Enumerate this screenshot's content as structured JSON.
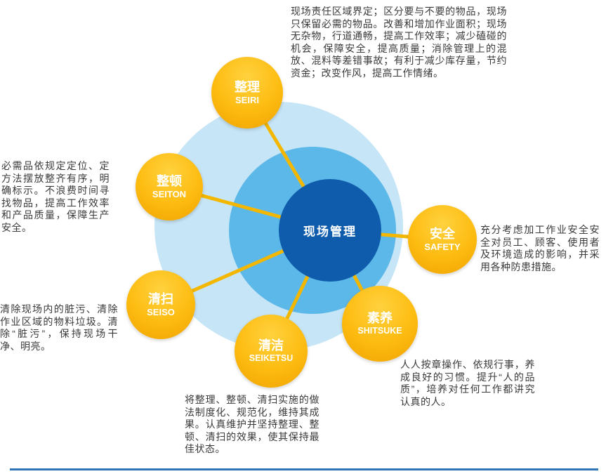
{
  "center": {
    "label": "现场管理"
  },
  "nodes": [
    {
      "zh": "整理",
      "en": "SEIRI"
    },
    {
      "zh": "整顿",
      "en": "SEITON"
    },
    {
      "zh": "清扫",
      "en": "SEISO"
    },
    {
      "zh": "清洁",
      "en": "SEIKETSU"
    },
    {
      "zh": "素养",
      "en": "SHITSUKE"
    },
    {
      "zh": "安全",
      "en": "SAFETY"
    }
  ],
  "annotations": {
    "seiri": "现场责任区域界定；区分要与不要的物品，现场只保留必需的物品。改善和增加作业面积；现场无杂物，行道通畅，提高工作效率；减少磕碰的机会，保障安全，提高质量；消除管理上的混放、混料等差错事故；有利于减少库存量，节约资金；改变作风，提高工作情绪。",
    "seiton": "必需品依规定定位、定方法摆放整齐有序，明确标示。不浪费时间寻找物品，提高工作效率和产品质量，保障生产安全。",
    "seiso": "清除现场内的脏污、清除作业区域的物料垃圾。清除“脏污”，保持现场干净、明亮。",
    "seiketsu": "将整理、整顿、清扫实施的做法制度化、规范化，维持其成果。认真维护并坚持整理、整顿、清扫的效果，使其保持最佳状态。",
    "shitsuke": "人人按章操作、依规行事，养成良好的习惯。提升“人的品质”，培养对任何工作都讲究认真的人。",
    "safety": "充分考虑加工作业安全安全对员工、顾客、使用者及环境造成的影响，并采用各种防患措施。"
  },
  "colors": {
    "node_gold": "#fdbb10",
    "ring_outer": "#c6e5f6",
    "ring_middle": "#5cb8e8",
    "core_blue": "#0e5cab",
    "connector": "#f3b700",
    "footer_rule": "#2e75b6",
    "annotation_text": "#3a3a3a"
  }
}
